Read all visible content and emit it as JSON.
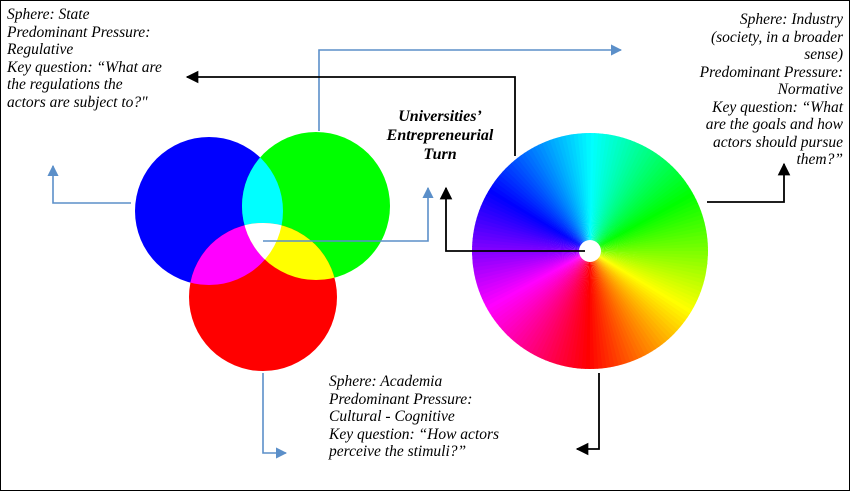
{
  "state": {
    "lines": [
      "Sphere: State",
      "Predominant Pressure:",
      "Regulative",
      "Key question: “What are",
      "the regulations the",
      "actors are subject to?\""
    ]
  },
  "industry": {
    "lines": [
      "Sphere: Industry",
      "(society, in a broader",
      "sense)",
      "Predominant Pressure:",
      "Normative",
      "Key question: “What",
      "are the goals and how",
      "actors should pursue",
      "them?”"
    ]
  },
  "academia": {
    "lines": [
      "Sphere: Academia",
      "Predominant Pressure:",
      "Cultural - Cognitive",
      "Key question: “How actors",
      "perceive the stimuli?”"
    ]
  },
  "center": {
    "lines": [
      "Universities’",
      "Entrepreneurial",
      "Turn"
    ]
  },
  "colors": {
    "blue_circle": "#0000ff",
    "green_circle": "#00ff00",
    "red_circle": "#ff0000",
    "cyan_overlap": "#00ffff",
    "magenta_overlap": "#ff00ff",
    "yellow_overlap": "#ffff00",
    "white_overlap": "#ffffff",
    "connector_blue": "#5b8fc9",
    "connector_black": "#000000"
  }
}
